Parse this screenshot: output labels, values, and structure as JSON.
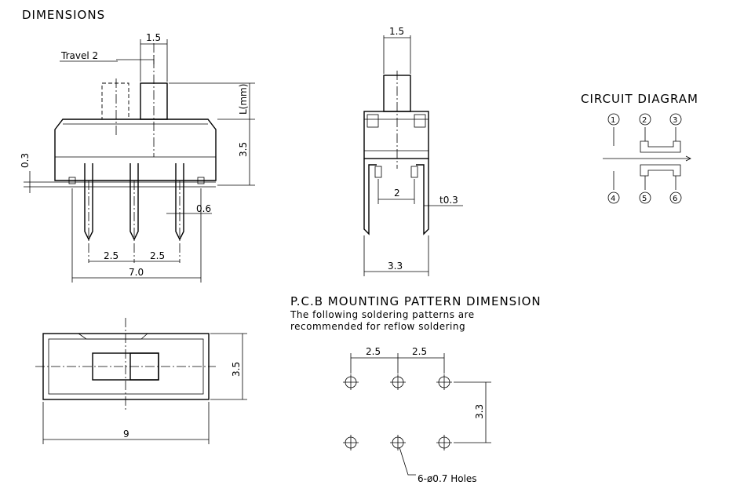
{
  "titles": {
    "dimensions": "DIMENSIONS",
    "circuit": "CIRCUIT DIAGRAM",
    "pcb": "P.C.B MOUNTING PATTERN DIMENSION"
  },
  "pcb_note": {
    "line1": "The following soldering patterns are",
    "line2": "recommended for reflow soldering"
  },
  "front_view": {
    "travel": "Travel 2",
    "top_width": "1.5",
    "lever_height": "L(mm)",
    "body_height": "3.5",
    "plate": "0.3",
    "pin_width": "0.6",
    "pitch_left": "2.5",
    "pitch_right": "2.5",
    "overall": "7.0"
  },
  "side_view": {
    "top_width": "1.5",
    "pin_spacing": "2",
    "thickness": "t0.3",
    "width": "3.3"
  },
  "top_view": {
    "height": "3.5",
    "length": "9"
  },
  "circuit": {
    "terminals": [
      "1",
      "2",
      "3",
      "4",
      "5",
      "6"
    ]
  },
  "pcb": {
    "pitch_left": "2.5",
    "pitch_right": "2.5",
    "row_spacing": "3.3",
    "holes": "6-ø0.7 Holes"
  }
}
